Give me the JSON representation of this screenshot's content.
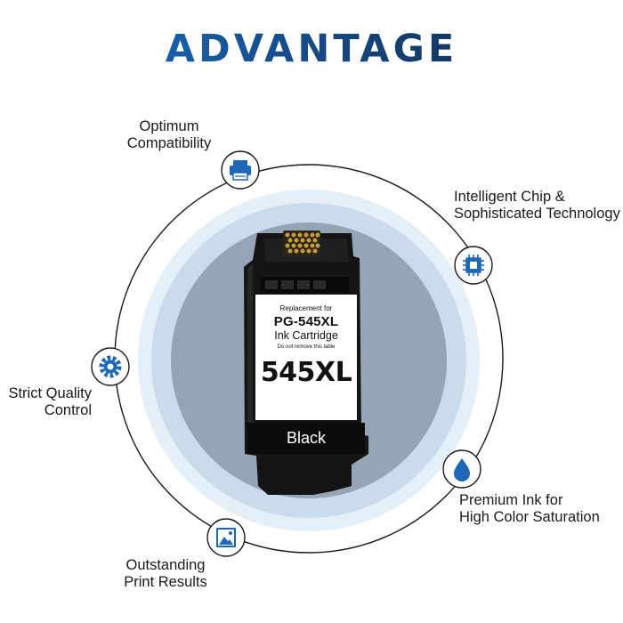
{
  "page": {
    "title": "ADVANTAGE"
  },
  "features": {
    "compatibility": {
      "line1": "Optimum",
      "line2": "Compatibility",
      "icon": "printer-icon"
    },
    "chip": {
      "line1": "Intelligent Chip &",
      "line2": "Sophisticated Technology",
      "icon": "chip-icon"
    },
    "quality": {
      "line1": "Strict Quality",
      "line2": "Control",
      "icon": "gear-icon"
    },
    "ink": {
      "line1": "Premium Ink for",
      "line2": "High Color Saturation",
      "icon": "ink-drop-icon"
    },
    "print": {
      "line1": "Outstanding",
      "line2": "Print Results",
      "icon": "image-icon"
    }
  },
  "cartridge": {
    "replacement_text": "Replacement for",
    "model": "PG-545XL",
    "type": "Ink Cartridge",
    "note": "Do not remove this lable",
    "big_code": "545XL",
    "color": "Black"
  },
  "colors": {
    "accent": "#1e66b8",
    "title_dark": "#15467d",
    "outer_ring": "#e3eef7",
    "inner_ring": "#c9dced",
    "center_disc": "#94a4b4",
    "cartridge": "#141414"
  }
}
